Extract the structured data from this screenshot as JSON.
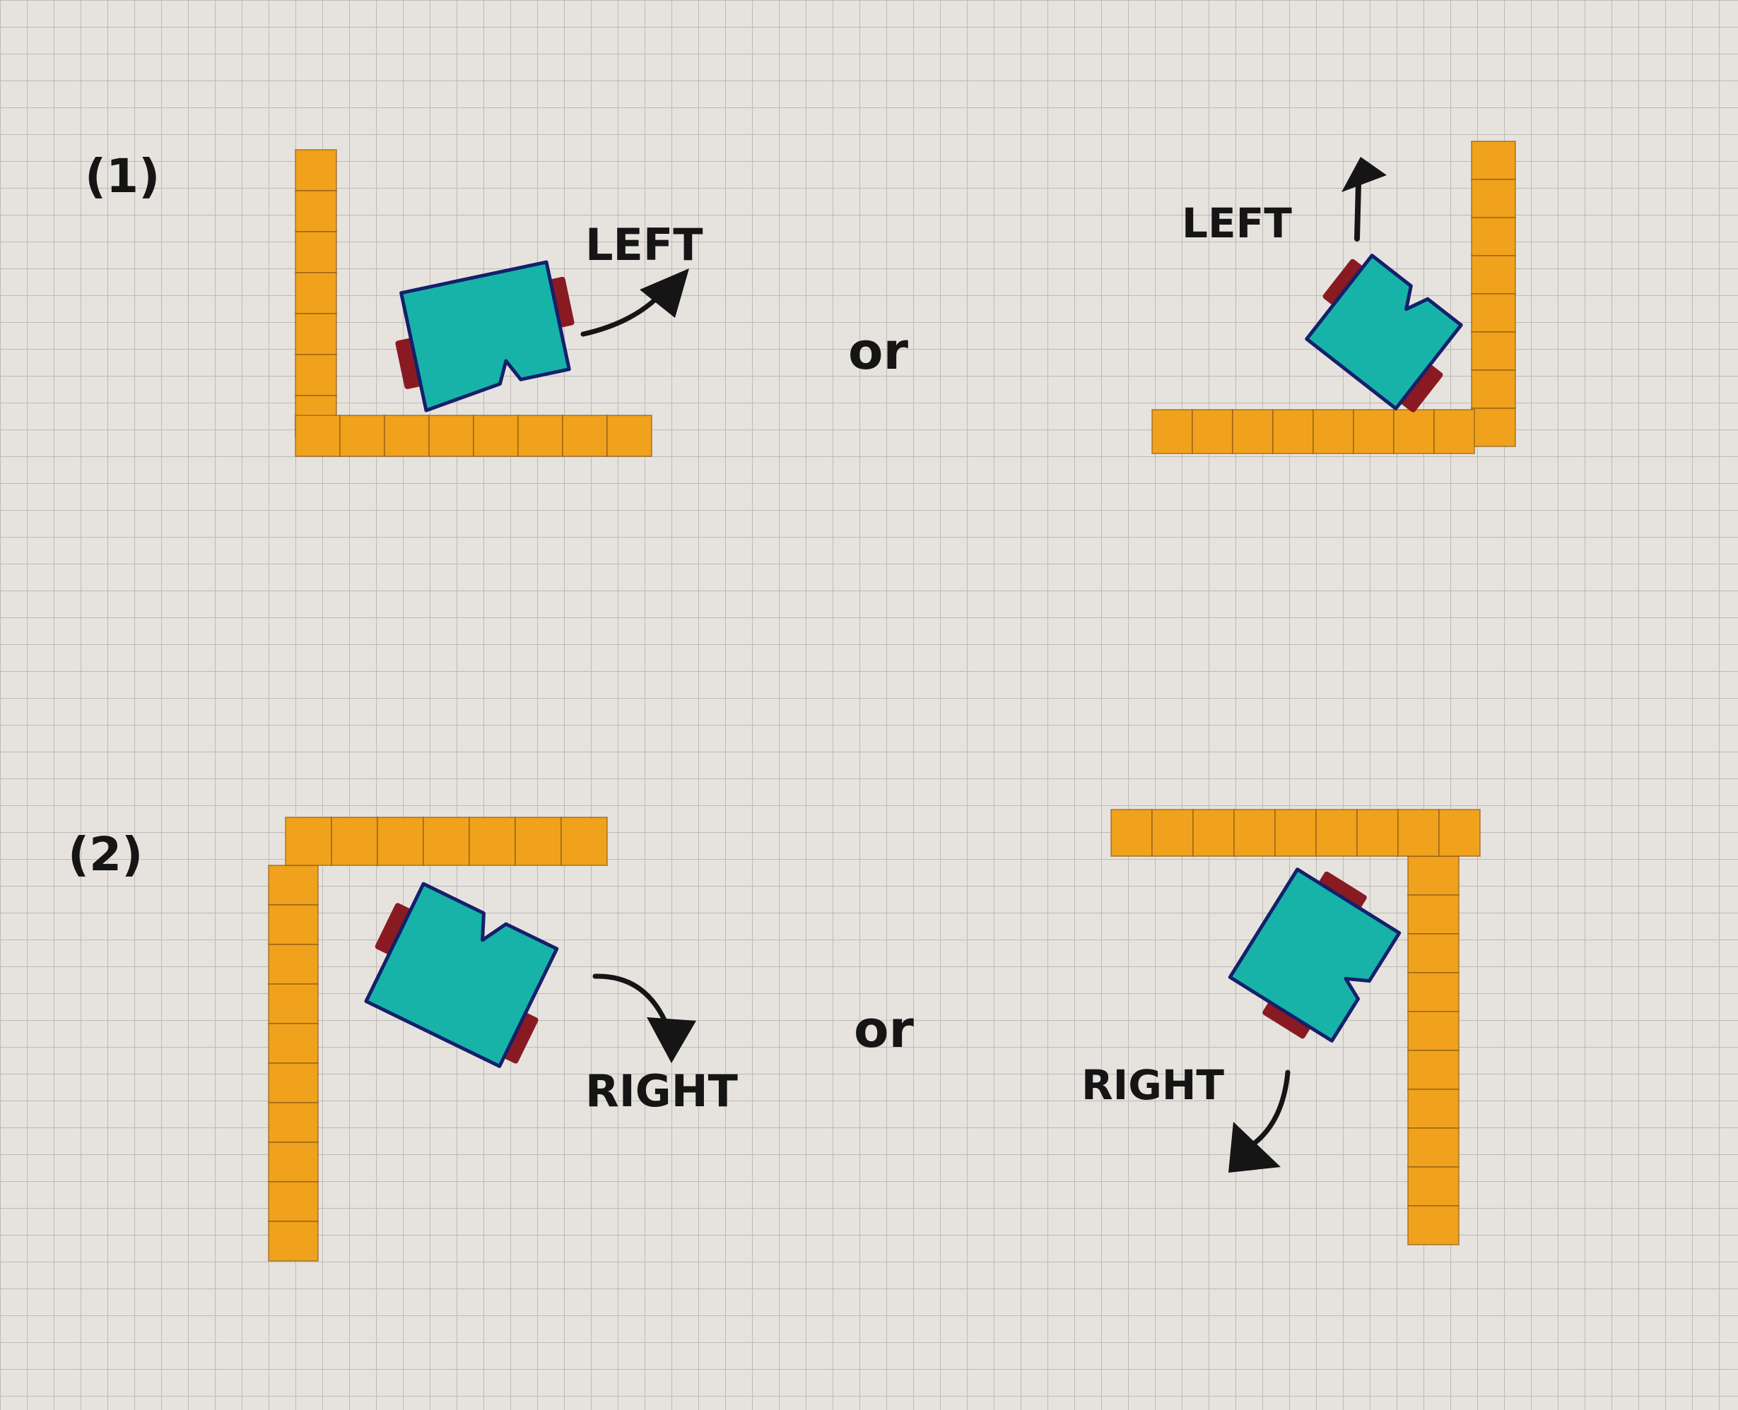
{
  "colors": {
    "paper": "#e6e3df",
    "grid": "#bdbab6",
    "wall": "#f0a21d",
    "wall_edge": "#8a5a14",
    "robot_body": "#17b3a8",
    "robot_outline": "#14206b",
    "wheel": "#8a1a22",
    "ink": "#151515"
  },
  "scenarios": [
    {
      "number": "(1)",
      "connector": "or",
      "left_case": {
        "label": "LEFT",
        "arrow_icon": "curved-arrow-up-right-icon"
      },
      "right_case": {
        "label": "LEFT",
        "arrow_icon": "arrow-up-icon"
      }
    },
    {
      "number": "(2)",
      "connector": "or",
      "left_case": {
        "label": "RIGHT",
        "arrow_icon": "curved-arrow-down-right-icon"
      },
      "right_case": {
        "label": "RIGHT",
        "arrow_icon": "curved-arrow-down-left-icon"
      }
    }
  ]
}
